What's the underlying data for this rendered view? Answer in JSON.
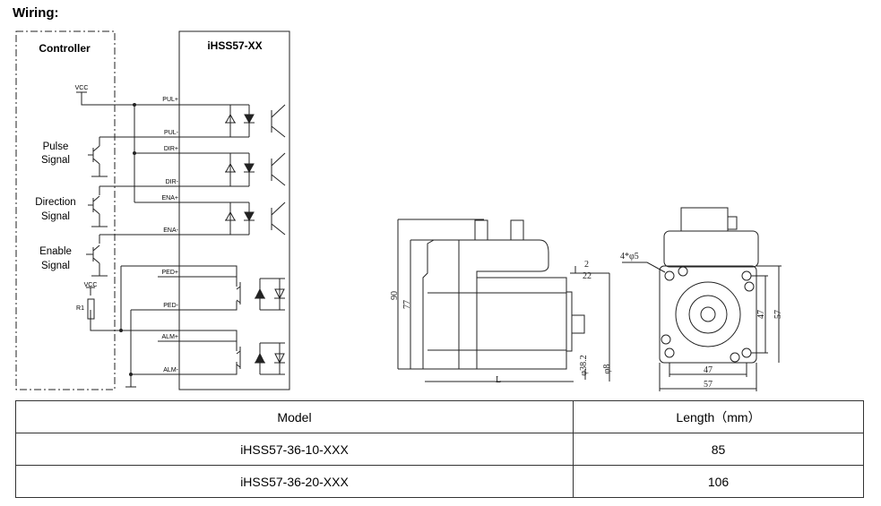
{
  "heading": "Wiring:",
  "wiring": {
    "controller_label": "Controller",
    "driver_label": "iHSS57-XX",
    "vcc": "VCC",
    "vcc2": "VCC",
    "r1": "R1",
    "signals": [
      "Pulse",
      "Signal",
      "Direction",
      "Signal",
      "Enable",
      "Signal"
    ],
    "pins": [
      "PUL+",
      "PUL-",
      "DIR+",
      "DIR-",
      "ENA+",
      "ENA-",
      "PED+",
      "PED-",
      "ALM+",
      "ALM-"
    ]
  },
  "drawing": {
    "side": {
      "height_total": "90",
      "height_body": "77",
      "flange": "2",
      "shaft_len": "22",
      "length": "L",
      "pilot_dia": "φ38.2",
      "shaft_dia": "φ8"
    },
    "front": {
      "holes": "4*φ5",
      "hole_pitch_h": "47",
      "width_h": "57",
      "hole_pitch_v": "47",
      "width_v": "57"
    }
  },
  "table": {
    "headers": [
      "Model",
      "Length（mm）"
    ],
    "rows": [
      [
        "iHSS57-36-10-XXX",
        "85"
      ],
      [
        "iHSS57-36-20-XXX",
        "106"
      ]
    ]
  }
}
